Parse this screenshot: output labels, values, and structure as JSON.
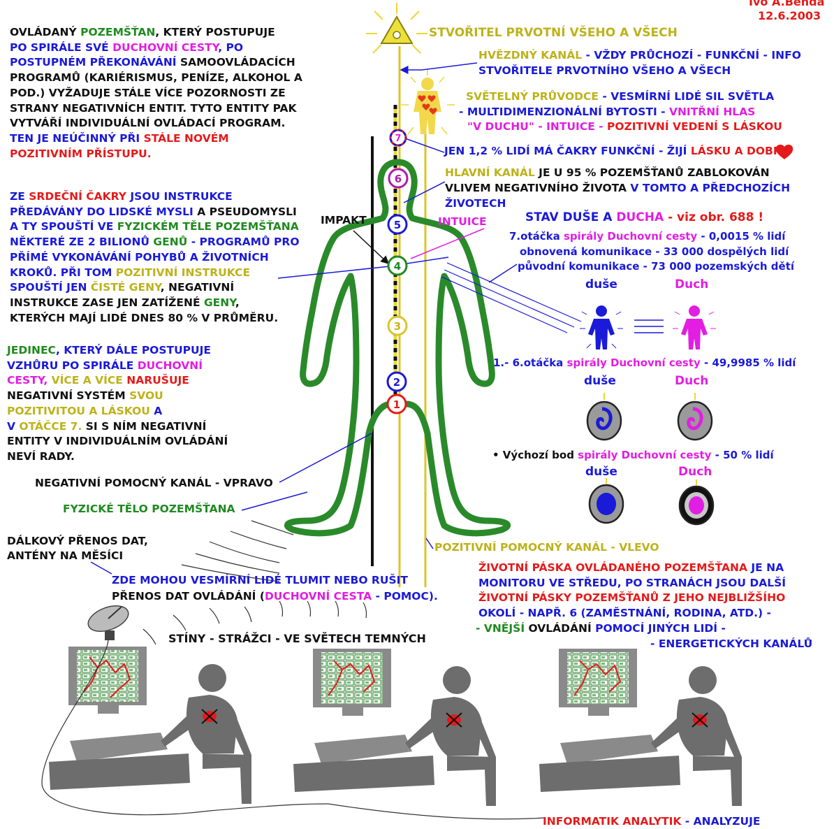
{
  "author": "Ivo A.Benda",
  "date": "12.6.2003",
  "colors": {
    "black": "#111111",
    "blue": "#1a1ad8",
    "green": "#1f8a1f",
    "yellow": "#bdb21a",
    "magenta": "#e21ee2",
    "red": "#e41b1b",
    "body_green": "#2a8a2a",
    "monitor_gray": "#8a8a8a",
    "figure_gray": "#6d6d6d"
  },
  "chakras": [
    "1",
    "2",
    "3",
    "4",
    "5",
    "6",
    "7"
  ],
  "intro": {
    "l1": [
      "OVLÁDANÝ ",
      "POZEMŠŤAN",
      ", KTERÝ POSTUPUJE"
    ],
    "l2": [
      "PO SPIRÁLE SVÉ ",
      "DUCHOVNÍ CESTY",
      ", PO"
    ],
    "l3": [
      "POSTUPNÉM PŘEKONÁVÁNÍ ",
      "SAMOOVLÁDACÍCH"
    ],
    "l4": "PROGRAMŮ (KARIÉRISMUS, PENÍZE, ALKOHOL A",
    "l5": "POD.) VYŽADUJE STÁLE VÍCE POZORNOSTI ZE",
    "l6": "STRANY NEGATIVNÍCH ENTIT. TYTO ENTITY PAK",
    "l7": "VYTVÁŘÍ INDIVIDUÁLNÍ OVLÁDACÍ PROGRAM.",
    "l8": [
      "TEN JE NEÚČINNÝ PŘI ",
      "STÁLE NOVÉM"
    ],
    "l9": "POZITIVNÍM PŘÍSTUPU."
  },
  "heart_text": {
    "l1": [
      "ZE ",
      "SRDEČNÍ ČAKRY",
      " JSOU INSTRUKCE"
    ],
    "l2": [
      "PŘEDÁVÁNY DO LIDSKÉ MYSLI",
      " A PSEUDOMYSLI"
    ],
    "l3": [
      "A TY SPOUŠTÍ VE ",
      "FYZICKÉM TĚLE POZEMŠŤANA"
    ],
    "l4": [
      "NĚKTERÉ ZE 2 BILIONŮ ",
      "GENŮ",
      " - PROGRAMŮ PRO"
    ],
    "l5": "PŘÍMÉ VYKONÁVÁNÍ POHYBŮ A ŽIVOTNÍCH",
    "l6": [
      "KROKŮ. PŘI TOM ",
      "POZITIVNÍ INSTRUKCE"
    ],
    "l7": [
      "SPOUŠTÍ JEN ",
      "ČISTÉ GENY",
      ", NEGATIVNÍ"
    ],
    "l8": [
      "INSTRUKCE ZASE JEN ZATÍŽENÉ ",
      "GENY",
      ","
    ],
    "l9": "KTERÝCH MAJÍ LIDÉ DNES 80 % V PRŮMĚRU."
  },
  "individual_text": {
    "l1": [
      "JEDINEC",
      ", KTERÝ DÁLE POSTUPUJE"
    ],
    "l2": [
      "VZHŮRU PO SPIRÁLE ",
      "DUCHOVNÍ"
    ],
    "l3": [
      "CESTY, ",
      "VÍCE A VÍCE ",
      "NARUŠUJE"
    ],
    "l4": [
      "NEGATIVNÍ SYSTÉM ",
      "SVOU"
    ],
    "l5": [
      "POZITIVITOU A LÁSKOU ",
      "A"
    ],
    "l6": [
      "V ",
      "OTÁČCE 7.",
      " SI S NÍM NEGATIVNÍ"
    ],
    "l7": "ENTITY V INDIVIDUÁLNÍM OVLÁDÁNÍ",
    "l8": "NEVÍ RADY."
  },
  "labels": {
    "negative_channel": "NEGATIVNÍ POMOCNÝ  KANÁL - VPRAVO",
    "physical_body": "FYZICKÉ TĚLO  POZEMŠŤANA",
    "impact": "IMPAKT",
    "intuition": "INTUICE",
    "remote_1": "DÁLKOVÝ PŘENOS DAT,",
    "remote_2": "ANTÉNY NA MĚSÍCI",
    "cosmic_1": "ZDE MOHOU VESMÍRNÍ LIDÉ TLUMIT NEBO RUŠIT",
    "cosmic_2a": "PŘENOS DAT OVLÁDÁNÍ (",
    "cosmic_2b": "DUCHOVNÍ CESTA",
    "cosmic_2c": " - POMOC).",
    "shadows": "STÍNY - STRÁŽCI - VE SVĚTECH TEMNÝCH",
    "positive_channel": "POZITIVNÍ POMOCNÝ  KANÁL  - VLEVO",
    "informatik": [
      "INFORMATIK ANALYTIK",
      " - ANALYZUJE"
    ]
  },
  "right_top": {
    "creator": "STVOŘITEL PRVOTNÍ VŠEHO A VŠECH",
    "star1": [
      "HVĚZDNÝ KANÁL",
      " - VŽDY PRŮCHOZÍ - FUNKČNÍ - INFO"
    ],
    "star2": "STVOŘITELE PRVOTNÍHO VŠEHO A VŠECH",
    "guide1": [
      "SVĚTELNÝ  PRŮVODCE",
      " - VESMÍRNÍ LIDÉ SIL SVĚTLA"
    ],
    "guide2": [
      "- MULTIDIMENZIONÁLNÍ BYTOSTI - ",
      "VNITŘNÍ HLAS"
    ],
    "guide3": [
      "\"V DUCHU\" - INTUICE - ",
      "POZITIVNÍ VEDENÍ S LÁSKOU"
    ],
    "percent": [
      "JEN 1,2 % LIDÍ MÁ ČAKRY FUNKČNÍ - ŽIJÍ ",
      "LÁSKU A DOBRO"
    ],
    "main1": [
      "HLAVNÍ KANÁL",
      " JE U 95 % POZEMŠŤANŮ ZABLOKOVÁN"
    ],
    "main2": [
      "VLIVEM NEGATIVNÍHO ŽIVOTA ",
      "V TOMTO A PŘEDCHOZÍCH"
    ],
    "main3": "ŽIVOTECH"
  },
  "soul_panel": {
    "title_a": "STAV DUŠE A ",
    "title_b": "DUCHA",
    "title_c": " - viz obr. 688 !",
    "turn7": [
      "7.otáčka ",
      "spirály ",
      "Duchovní cesty",
      " - 0,0015 % lidí"
    ],
    "renewed": "obnovená komunikace - 33 000 dospělých lidí",
    "original": "původní komunikace - 73 000 pozemských dětí",
    "soul": "duše",
    "spirit": "Duch",
    "turn1_6": [
      "1.- 6.otáčka ",
      "spirály ",
      "Duchovní cesty",
      " - 49,9985 % lidí"
    ],
    "start": [
      "• Výchozí bod ",
      "spirály ",
      "Duchovní cesty",
      " - 50 % lidí"
    ]
  },
  "life_tape": {
    "l1": [
      "ŽIVOTNÍ PÁSKA OVLÁDANÉHO POZEMŠŤANA",
      " JE NA"
    ],
    "l2": "MONITORU VE STŘEDU, PO STRANÁCH JSOU DALŠÍ",
    "l3": "ŽIVOTNÍ PÁSKY POZEMŠŤANŮ Z JEHO NEJBLIŽŠÍHO",
    "l4": "OKOLÍ - NAPŘ. 6 (ZAMĚSTNÁNÍ, RODINA, ATD.) -",
    "l5": [
      "- VNĚJŠÍ",
      " OVLÁDÁNÍ ",
      "POMOCÍ JINÝCH LIDÍ -"
    ],
    "l6": "- ENERGETICKÝCH KANÁLŮ"
  }
}
